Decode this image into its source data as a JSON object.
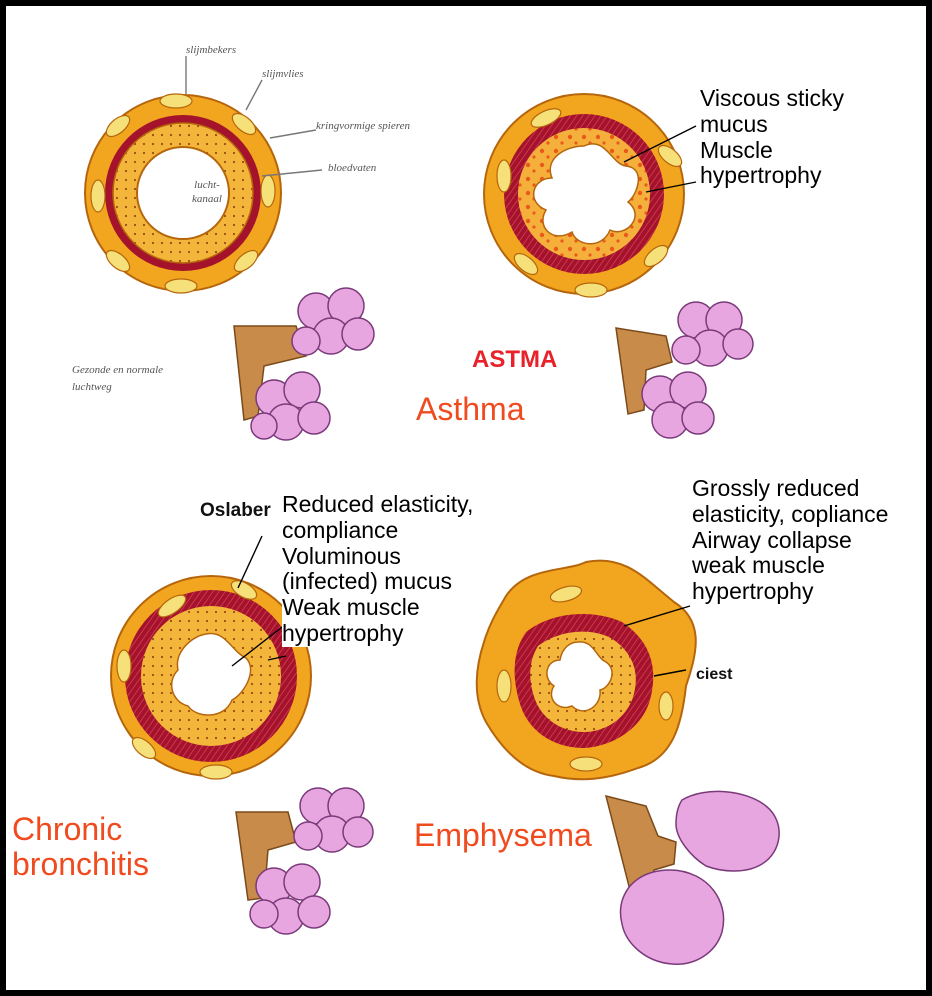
{
  "colors": {
    "outer_wall": "#f2a51e",
    "outer_wall_edge": "#b5660c",
    "muscle": "#a4122c",
    "lumen": "#ffffff",
    "gland": "#f6e07a",
    "alveoli": "#e7a6df",
    "alveoli_edge": "#7a3a7a",
    "bronchiole": "#c98b4a",
    "title_red": "#f04b1e"
  },
  "labels": {
    "asthma_notes": "Viscous sticky\nmucus\nMuscle\nhypertrophy",
    "asthma_title": "Asthma",
    "astma_logo": "ASTMA",
    "bronchitis_notes": "Reduced elasticity,\ncompliance\nVoluminous\n(infected) mucus\nWeak muscle\nhypertrophy",
    "bronchitis_title": "Chronic\nbronchitis",
    "oslaber": "Oslaber",
    "emphysema_notes": "Grossly reduced\nelasticity, copliance\nAirway collapse\nweak muscle\nhypertrophy",
    "emphysema_title": "Emphysema",
    "ciest": "ciest"
  },
  "normal_labels": {
    "slijmbekers": "slijmbekers",
    "slijmvlies": "slijmvlies",
    "kringvormige_spieren": "kringvormige spieren",
    "bloedvaten": "bloedvaten",
    "lucht_kanaal": "lucht-\nkanaal",
    "caption": "Gezonde en normale\nluchtweg"
  }
}
